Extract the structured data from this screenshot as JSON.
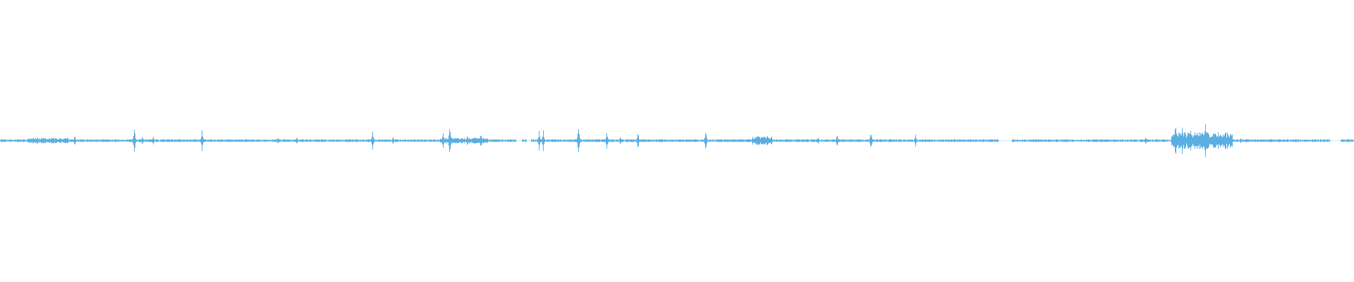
{
  "waveform": {
    "color": "#5aaee2",
    "background": "#ffffff",
    "sample_count": 1920,
    "amplitude_range": [
      -1,
      1
    ],
    "bursts": [
      {
        "at": 0.027,
        "amp": 0.025
      },
      {
        "at": 0.055,
        "amp": 0.045
      },
      {
        "at": 0.099,
        "amp": 0.12
      },
      {
        "at": 0.105,
        "amp": 0.035
      },
      {
        "at": 0.113,
        "amp": 0.04
      },
      {
        "at": 0.149,
        "amp": 0.09
      },
      {
        "at": 0.205,
        "amp": 0.03
      },
      {
        "at": 0.219,
        "amp": 0.035
      },
      {
        "at": 0.275,
        "amp": 0.08
      },
      {
        "at": 0.29,
        "amp": 0.03
      },
      {
        "at": 0.327,
        "amp": 0.07
      },
      {
        "at": 0.332,
        "amp": 0.14
      },
      {
        "at": 0.345,
        "amp": 0.05
      },
      {
        "at": 0.355,
        "amp": 0.07
      },
      {
        "at": 0.385,
        "amp": 0.02
      },
      {
        "at": 0.398,
        "amp": 0.08
      },
      {
        "at": 0.401,
        "amp": 0.08
      },
      {
        "at": 0.427,
        "amp": 0.13
      },
      {
        "at": 0.448,
        "amp": 0.08
      },
      {
        "at": 0.458,
        "amp": 0.035
      },
      {
        "at": 0.471,
        "amp": 0.07
      },
      {
        "at": 0.521,
        "amp": 0.09
      },
      {
        "at": 0.558,
        "amp": 0.04
      },
      {
        "at": 0.56,
        "amp": 0.05
      },
      {
        "at": 0.604,
        "amp": 0.03
      },
      {
        "at": 0.618,
        "amp": 0.05
      },
      {
        "at": 0.643,
        "amp": 0.08
      },
      {
        "at": 0.676,
        "amp": 0.05
      },
      {
        "at": 0.787,
        "amp": 0.015
      },
      {
        "at": 0.846,
        "amp": 0.03
      },
      {
        "at": 0.868,
        "amp": 0.15
      },
      {
        "at": 0.873,
        "amp": 0.11
      },
      {
        "at": 0.879,
        "amp": 0.1
      },
      {
        "at": 0.884,
        "amp": 0.08
      },
      {
        "at": 0.89,
        "amp": 0.19
      },
      {
        "at": 0.896,
        "amp": 0.09
      },
      {
        "at": 0.903,
        "amp": 0.05
      },
      {
        "at": 0.916,
        "amp": 0.025
      },
      {
        "at": 0.945,
        "amp": 0.015
      }
    ],
    "dense_regions": [
      {
        "from": 0.865,
        "to": 0.91,
        "amp": 0.06
      },
      {
        "from": 0.555,
        "to": 0.57,
        "amp": 0.03
      },
      {
        "from": 0.02,
        "to": 0.05,
        "amp": 0.02
      },
      {
        "from": 0.325,
        "to": 0.36,
        "amp": 0.02
      }
    ],
    "gaps": [
      {
        "from": 0.381,
        "to": 0.385
      },
      {
        "from": 0.389,
        "to": 0.392
      },
      {
        "from": 0.737,
        "to": 0.747
      },
      {
        "from": 0.982,
        "to": 0.99
      }
    ]
  }
}
